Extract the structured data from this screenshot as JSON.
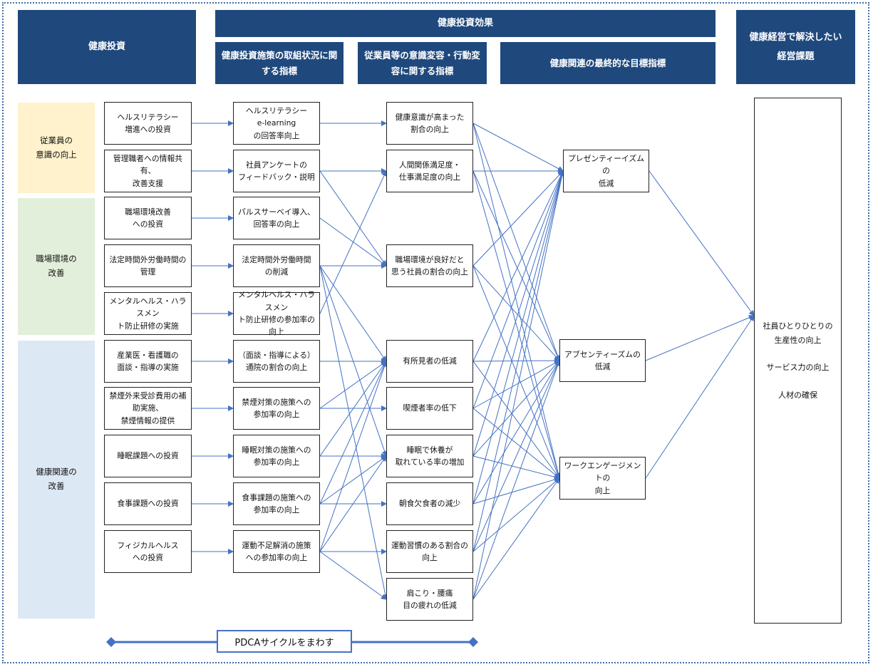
{
  "headers": {
    "investment": "健康投資",
    "effects": "健康投資効果",
    "policy_indicators": "健康投資施策の取組状況に関する指標",
    "awareness_indicators": "従業員等の意識変容・行動変容に関する指標",
    "final_indicators": "健康関連の最終的な目標指標",
    "management_issues": "健康経営で解決したい\n経営課題"
  },
  "categories": [
    {
      "id": "awareness",
      "label": "従業員の\n意識の向上",
      "color": "#fff2cc"
    },
    {
      "id": "workplace",
      "label": "職場環境の\n改善",
      "color": "#e2efda"
    },
    {
      "id": "health",
      "label": "健康関連の\n改善",
      "color": "#dde8f5"
    }
  ],
  "investments": [
    {
      "id": "i1",
      "label": "ヘルスリテラシー\n増進への投資"
    },
    {
      "id": "i2",
      "label": "管理職者への情報共有、\n改善支援"
    },
    {
      "id": "i3",
      "label": "職場環境改善\nへの投資"
    },
    {
      "id": "i4",
      "label": "法定時間外労働時間の\n管理"
    },
    {
      "id": "i5",
      "label": "メンタルヘルス・ハラスメン\nト防止研修の実施"
    },
    {
      "id": "i6",
      "label": "産業医・看護職の\n面談・指導の実施"
    },
    {
      "id": "i7",
      "label": "禁煙外来受診費用の補\n助実施、\n禁煙情報の提供"
    },
    {
      "id": "i8",
      "label": "睡眠課題への投資"
    },
    {
      "id": "i9",
      "label": "食事課題への投資"
    },
    {
      "id": "i10",
      "label": "フィジカルヘルス\nへの投資"
    }
  ],
  "policy_indicators": [
    {
      "id": "p1",
      "label": "ヘルスリテラシー\ne-learning\nの回答率向上"
    },
    {
      "id": "p2",
      "label": "社員アンケートの\nフィードバック・説明"
    },
    {
      "id": "p3",
      "label": "パルスサーベイ導入、\n回答率の向上"
    },
    {
      "id": "p4",
      "label": "法定時間外労働時間\nの削減"
    },
    {
      "id": "p5",
      "label": "メンタルヘルス・ハラスメン\nト防止研修の参加率の\n向上"
    },
    {
      "id": "p6",
      "label": "（面談・指導による）\n通院の割合の向上"
    },
    {
      "id": "p7",
      "label": "禁煙対策の施策への\n参加率の向上"
    },
    {
      "id": "p8",
      "label": "睡眠対策の施策への\n参加率の向上"
    },
    {
      "id": "p9",
      "label": "食事課題の施策への\n参加率の向上"
    },
    {
      "id": "p10",
      "label": "運動不足解消の施策\nへの参加率の向上"
    }
  ],
  "awareness_indicators": [
    {
      "id": "a1",
      "label": "健康意識が高まった\n割合の向上"
    },
    {
      "id": "a2",
      "label": "人間関係満足度・\n仕事満足度の向上"
    },
    {
      "id": "a3",
      "label": "職場環境が良好だと\n思う社員の割合の向上"
    },
    {
      "id": "a4",
      "label": "有所見者の低減"
    },
    {
      "id": "a5",
      "label": "喫煙者率の低下"
    },
    {
      "id": "a6",
      "label": "睡眠で休養が\n取れている率の増加"
    },
    {
      "id": "a7",
      "label": "朝食欠食者の減少"
    },
    {
      "id": "a8",
      "label": "運動習慣のある割合の\n向上"
    },
    {
      "id": "a9",
      "label": "肩こり・腰痛\n目の疲れの低減"
    }
  ],
  "final_indicators": [
    {
      "id": "f1",
      "label": "プレゼンティーイズムの\n低減"
    },
    {
      "id": "f2",
      "label": "アブセンティーズムの\n低減"
    },
    {
      "id": "f3",
      "label": "ワークエンゲージメントの\n向上"
    }
  ],
  "management_issues": "社員ひとりひとりの\n生産性の向上\n\nサービス力の向上\n\n人材の確保",
  "pdca_label": "PDCAサイクルをまわす",
  "link_color": "#4472c4",
  "links": [
    [
      "i1",
      "p1"
    ],
    [
      "i2",
      "p2"
    ],
    [
      "i3",
      "p3"
    ],
    [
      "i4",
      "p4"
    ],
    [
      "i5",
      "p5"
    ],
    [
      "i6",
      "p6"
    ],
    [
      "i7",
      "p7"
    ],
    [
      "i8",
      "p8"
    ],
    [
      "i9",
      "p9"
    ],
    [
      "i10",
      "p10"
    ],
    [
      "p1",
      "a1"
    ],
    [
      "p2",
      "a2"
    ],
    [
      "p2",
      "a3"
    ],
    [
      "p3",
      "a3"
    ],
    [
      "p4",
      "a3"
    ],
    [
      "p4",
      "a4"
    ],
    [
      "p4",
      "a6"
    ],
    [
      "p4",
      "a9"
    ],
    [
      "p5",
      "a2"
    ],
    [
      "p6",
      "a4"
    ],
    [
      "p7",
      "a4"
    ],
    [
      "p7",
      "a5"
    ],
    [
      "p8",
      "a4"
    ],
    [
      "p8",
      "a6"
    ],
    [
      "p9",
      "a4"
    ],
    [
      "p9",
      "a7"
    ],
    [
      "p9",
      "a6"
    ],
    [
      "p10",
      "a4"
    ],
    [
      "p10",
      "a6"
    ],
    [
      "p10",
      "a8"
    ],
    [
      "p10",
      "a9"
    ],
    [
      "a1",
      "f1"
    ],
    [
      "a1",
      "f2"
    ],
    [
      "a1",
      "f3"
    ],
    [
      "a2",
      "f1"
    ],
    [
      "a2",
      "f2"
    ],
    [
      "a2",
      "f3"
    ],
    [
      "a3",
      "f1"
    ],
    [
      "a3",
      "f2"
    ],
    [
      "a3",
      "f3"
    ],
    [
      "a4",
      "f1"
    ],
    [
      "a4",
      "f2"
    ],
    [
      "a4",
      "f3"
    ],
    [
      "a5",
      "f1"
    ],
    [
      "a5",
      "f2"
    ],
    [
      "a5",
      "f3"
    ],
    [
      "a6",
      "f1"
    ],
    [
      "a6",
      "f2"
    ],
    [
      "a6",
      "f3"
    ],
    [
      "a7",
      "f1"
    ],
    [
      "a7",
      "f2"
    ],
    [
      "a7",
      "f3"
    ],
    [
      "a8",
      "f1"
    ],
    [
      "a8",
      "f2"
    ],
    [
      "a8",
      "f3"
    ],
    [
      "a9",
      "f1"
    ],
    [
      "a9",
      "f2"
    ],
    [
      "a9",
      "f3"
    ],
    [
      "f1",
      "m"
    ],
    [
      "f2",
      "m"
    ],
    [
      "f3",
      "m"
    ]
  ]
}
